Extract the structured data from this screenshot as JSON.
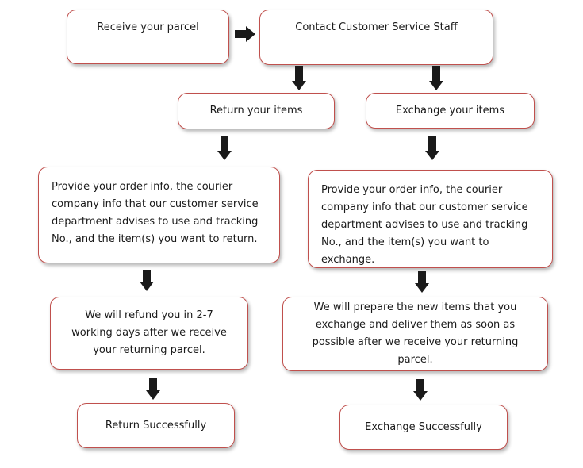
{
  "flowchart": {
    "receive": "Receive your parcel",
    "contact": "Contact Customer Service Staff",
    "return_items": "Return your items",
    "exchange_items": "Exchange your items",
    "return_info": "Provide your order info, the courier company info that our customer service department advises to use and tracking No., and the item(s) you want to return.",
    "exchange_info": "Provide your order info, the courier company info that our customer service department advises to use and tracking No., and the item(s) you want to exchange.",
    "refund": "We will refund you in 2-7 working days after we receive your returning parcel.",
    "prepare": "We will prepare the new items that you exchange and deliver them as soon as possible after we receive your returning parcel.",
    "return_success": "Return Successfully",
    "exchange_success": "Exchange Successfully"
  },
  "colors": {
    "box_border": "#c0504d",
    "arrow": "#1a1a1a"
  }
}
